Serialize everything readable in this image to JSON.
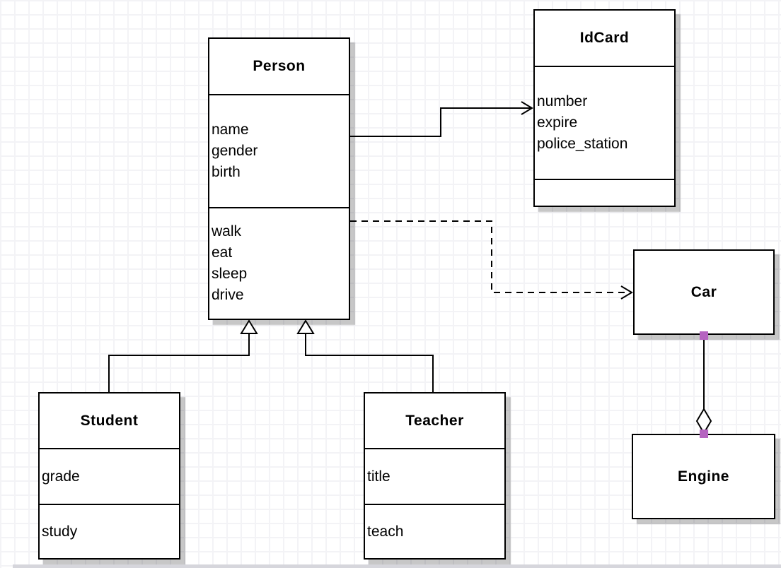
{
  "colors": {
    "handle": "#b564c0",
    "line": "#000000",
    "box_fill": "#ffffff",
    "shadow": "#c9c9c9",
    "grid": "#f3f3f6"
  },
  "classes": {
    "person": {
      "title": "Person",
      "attributes": [
        "name",
        "gender",
        "birth"
      ],
      "methods": [
        "walk",
        "eat",
        "sleep",
        "drive"
      ]
    },
    "idcard": {
      "title": "IdCard",
      "attributes": [
        "number",
        "expire",
        "police_station"
      ],
      "methods": []
    },
    "car": {
      "title": "Car",
      "attributes": [],
      "methods": []
    },
    "engine": {
      "title": "Engine",
      "attributes": [],
      "methods": []
    },
    "student": {
      "title": "Student",
      "attributes": [
        "grade"
      ],
      "methods": [
        "study"
      ]
    },
    "teacher": {
      "title": "Teacher",
      "attributes": [
        "title"
      ],
      "methods": [
        "teach"
      ]
    }
  },
  "relations": [
    {
      "type": "association-solid-open-arrow",
      "from": "Person",
      "to": "IdCard"
    },
    {
      "type": "dependency-dashed-open-arrow",
      "from": "Person",
      "to": "Car"
    },
    {
      "type": "inheritance-hollow-triangle",
      "from": "Student",
      "to": "Person"
    },
    {
      "type": "inheritance-hollow-triangle",
      "from": "Teacher",
      "to": "Person"
    },
    {
      "type": "aggregation-hollow-diamond",
      "from": "Car",
      "to": "Engine"
    }
  ]
}
